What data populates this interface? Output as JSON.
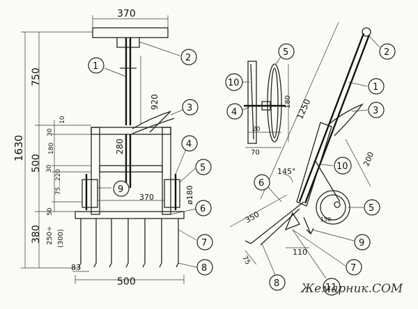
{
  "front_view": {
    "dimensions": {
      "top_width": "370",
      "total_height": "1630",
      "upper_section": "750",
      "mid_section": "500",
      "bottom_section": "380",
      "handle_length": "920",
      "frame_gap": "280",
      "small_10": "10",
      "small_30a": "30",
      "small_180": "180",
      "small_30b": "30",
      "small_75_220": "75...220",
      "small_50": "50",
      "bottom_250": "250÷",
      "bottom_300": "(300)",
      "wheel_width": "370",
      "wheel_dia": "ø180",
      "tine_pitch": "83",
      "base_width": "500"
    },
    "callouts": [
      "1",
      "2",
      "3",
      "4",
      "5",
      "6",
      "7",
      "8",
      "9"
    ]
  },
  "wheel_detail": {
    "dimensions": {
      "height": "180",
      "hub": "20",
      "width": "70"
    },
    "callouts": [
      "5",
      "10",
      "4"
    ]
  },
  "side_view": {
    "dimensions": {
      "handle_length": "1250",
      "angle": "145°",
      "height_200": "200",
      "tine_350": "350",
      "wheel_150": "150",
      "step_110": "110",
      "offset_75": "75"
    },
    "callouts": [
      "2",
      "1",
      "3",
      "10",
      "6",
      "5",
      "9",
      "7",
      "8",
      "11"
    ]
  },
  "watermark": "Жемарник.СОМ"
}
